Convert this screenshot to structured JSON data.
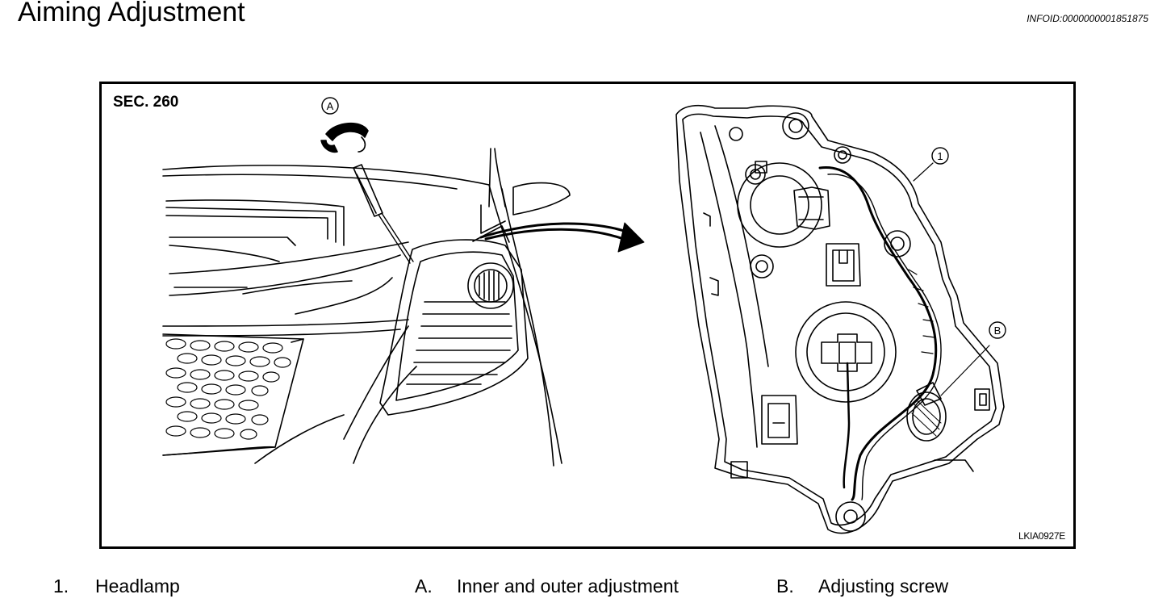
{
  "title": "Aiming Adjustment",
  "info_id": "INFOID:0000000001851875",
  "figure": {
    "section": "SEC. 260",
    "code": "LKIA0927E",
    "callouts": {
      "a": "A",
      "b": "B",
      "one": "1"
    }
  },
  "legend": [
    {
      "key": "1.",
      "text": "Headlamp"
    },
    {
      "key": "A.",
      "text": "Inner and outer adjustment"
    },
    {
      "key": "B.",
      "text": "Adjusting screw"
    }
  ]
}
